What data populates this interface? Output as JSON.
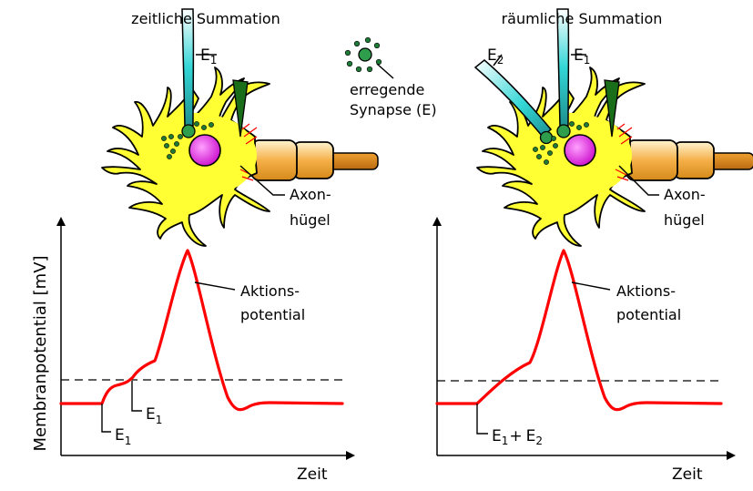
{
  "panels": {
    "left": {
      "title": "zeitliche Summation",
      "synapse_e1": {
        "main": "E",
        "sub": "1"
      },
      "marker_e1_first": {
        "main": "E",
        "sub": "1"
      },
      "marker_e1_second": {
        "main": "E",
        "sub": "1"
      }
    },
    "right": {
      "title": "räumliche Summation",
      "synapse_e1": {
        "main": "E",
        "sub": "1"
      },
      "synapse_e2": {
        "main": "E",
        "sub": "2"
      },
      "marker_combined": {
        "e1_main": "E",
        "e1_sub": "1",
        "plus": "+",
        "e2_main": "E",
        "e2_sub": "2"
      }
    }
  },
  "legend": {
    "line1": "erregende",
    "line2": "Synapse (E)"
  },
  "axon_hillock_label": {
    "line1": "Axon-",
    "line2": "hügel"
  },
  "action_potential_label": {
    "line1": "Aktions-",
    "line2": "potential"
  },
  "axes": {
    "y_label": "Membranpotential [mV]",
    "x_label": "Zeit"
  },
  "colors": {
    "trace": "#ff0000",
    "neuron_body": "#ffff33",
    "nucleus": "#ee44ee",
    "synapse": "#2e9e4c",
    "dendrite_input": "#33cccc",
    "myelin": "#f0a830",
    "axon_hillock_marker": "#1a6e1a"
  }
}
